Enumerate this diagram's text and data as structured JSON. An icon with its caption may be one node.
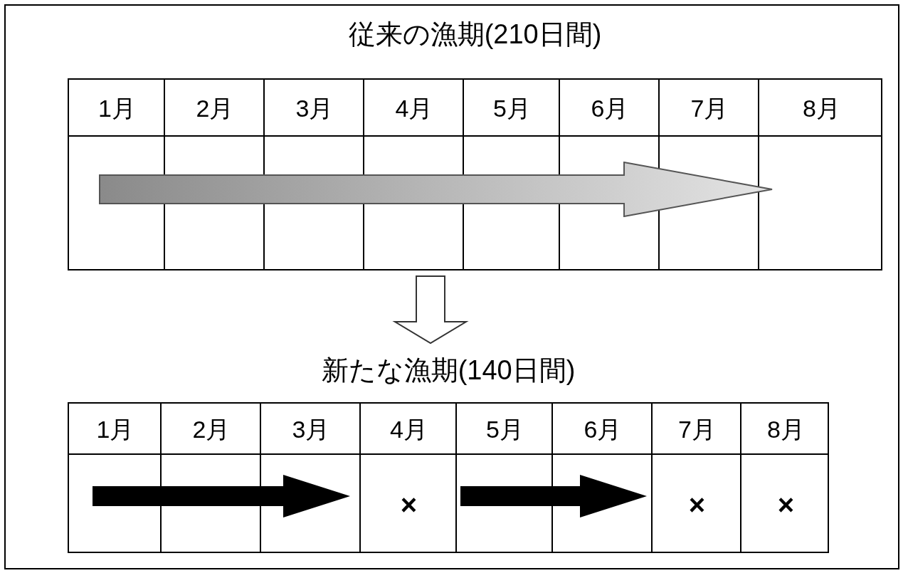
{
  "diagram": {
    "nodes": [
      {
        "text": [
          "従来の漁期(210日間)"
        ]
      },
      {
        "text": [
          "新たな漁期(140日間)"
        ]
      }
    ],
    "edges": [
      {
        "from": 0,
        "to": 1,
        "arrow": "to"
      }
    ],
    "labels": [
      "1月",
      "2月",
      "3月",
      "4月",
      "5月",
      "6月",
      "7月",
      "8月",
      "1月",
      "2月",
      "3月",
      "4月",
      "5月",
      "6月",
      "7月",
      "8月",
      "×",
      "×",
      "×"
    ]
  }
}
